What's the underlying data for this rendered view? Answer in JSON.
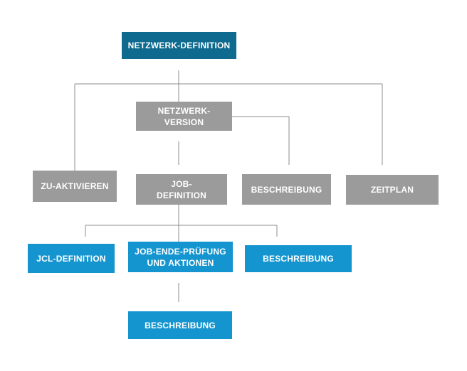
{
  "colors": {
    "dark_blue": "#0e6a8f",
    "gray": "#9b9b9b",
    "light_blue": "#1595cf",
    "connector": "#8e8e8e"
  },
  "nodes": {
    "netzwerk_definition": "NETZWERK-DEFINITION",
    "netzwerk_version": "NETZWERK-\nVERSION",
    "zu_aktivieren": "ZU-AKTIVIEREN",
    "job_definition": "JOB-\nDEFINITION",
    "beschreibung_version": "BESCHREIBUNG",
    "zeitplan": "ZEITPLAN",
    "jcl_definition": "JCL-DEFINITION",
    "job_ende_pruefung": "JOB-ENDE-PRÜFUNG\nUND AKTIONEN",
    "beschreibung_job": "BESCHREIBUNG",
    "beschreibung_pruefung": "BESCHREIBUNG"
  }
}
